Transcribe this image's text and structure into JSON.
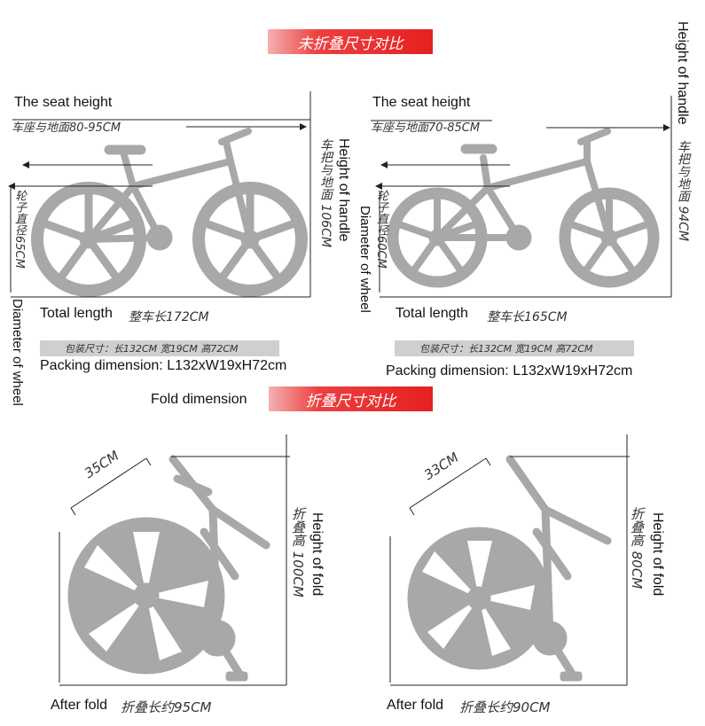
{
  "titles": {
    "unfolded": "未折叠尺寸对比",
    "fold_en": "Fold dimension",
    "fold_cn": "折叠尺寸对比"
  },
  "left_bike": {
    "seat_en": "The seat height",
    "seat_cn": "车座与地面80-95CM",
    "handle_cn": "车把与地面 106CM",
    "handle_en": "Height of handle",
    "wheel_cn": "轮子直径65CM",
    "wheel_en": "Diameter of wheel",
    "total_en": "Total length",
    "total_cn": "整车长172CM",
    "pack_cn": "包装尺寸：长132CM 宽19CM  高72CM",
    "pack_en": "Packing dimension: L132xW19xH72cm"
  },
  "right_bike": {
    "seat_en": "The seat height",
    "seat_cn": "车座与地面70-85CM",
    "handle_cn": "车把与地面 94CM",
    "handle_en": "Height of handle",
    "wheel_cn": "轮子直径60CM",
    "wheel_en": "Diameter of wheel",
    "total_en": "Total length",
    "total_cn": "整车长165CM",
    "pack_cn": "包装尺寸：长132CM 宽19CM  高72CM",
    "pack_en": "Packing dimension: L132xW19xH72cm"
  },
  "left_fold": {
    "width": "35CM",
    "height_cn": "折叠高 100CM",
    "height_en": "Height of fold",
    "after_en": "After fold",
    "after_cn": "折叠长约95CM"
  },
  "right_fold": {
    "width": "33CM",
    "height_cn": "折叠高 80CM",
    "height_en": "Height of fold",
    "after_en": "After fold",
    "after_cn": "折叠长约90CM"
  },
  "colors": {
    "bike": "#a8a8a8",
    "accent": "#e52020"
  }
}
